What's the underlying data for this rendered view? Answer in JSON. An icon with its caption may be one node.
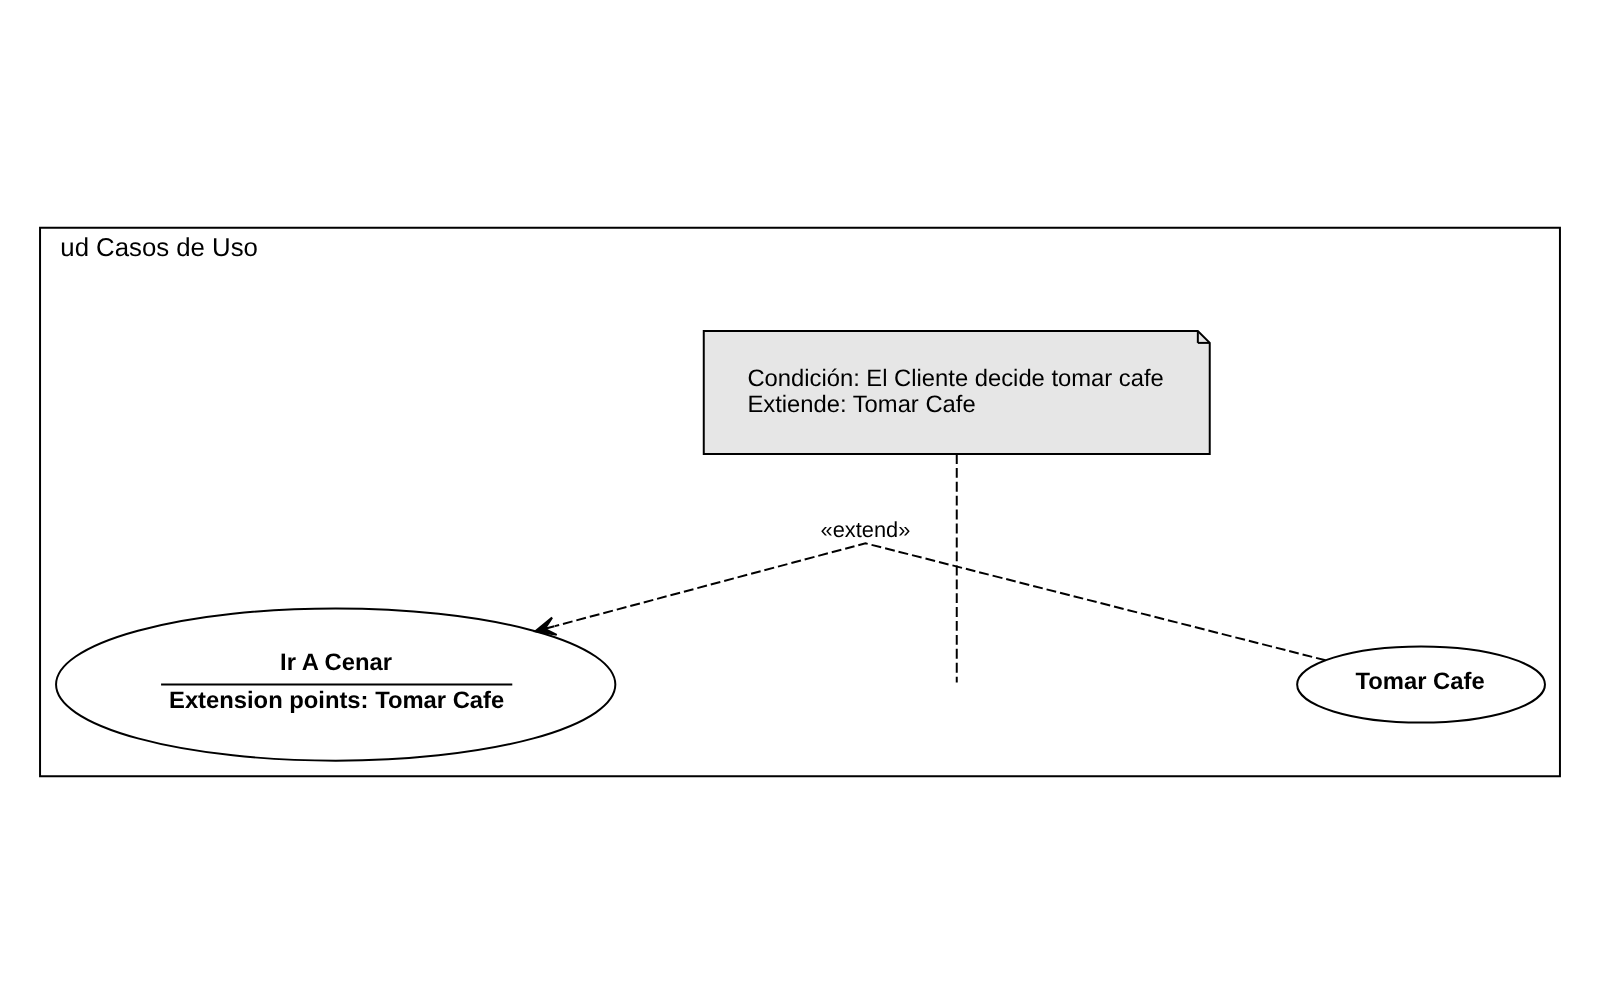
{
  "diagram": {
    "nodes": [
      {
        "text": [
          "ud Casos de Uso"
        ]
      },
      {
        "text": [
          "Condición: El Cliente decide tomar cafe",
          "Extiende: Tomar Cafe"
        ],
        "in": 0
      },
      {
        "text": [
          "Ir A Cenar",
          "Extension points: Tomar Cafe"
        ],
        "in": 0
      },
      {
        "text": [
          "Tomar Cafe"
        ],
        "in": 0
      }
    ],
    "edges": [
      {
        "from": 3,
        "to": 2,
        "arrow": "to",
        "style": "dashed",
        "label": "«extend»"
      },
      {
        "from": 1,
        "to": null,
        "arrow": "none",
        "style": "dashed"
      }
    ]
  }
}
